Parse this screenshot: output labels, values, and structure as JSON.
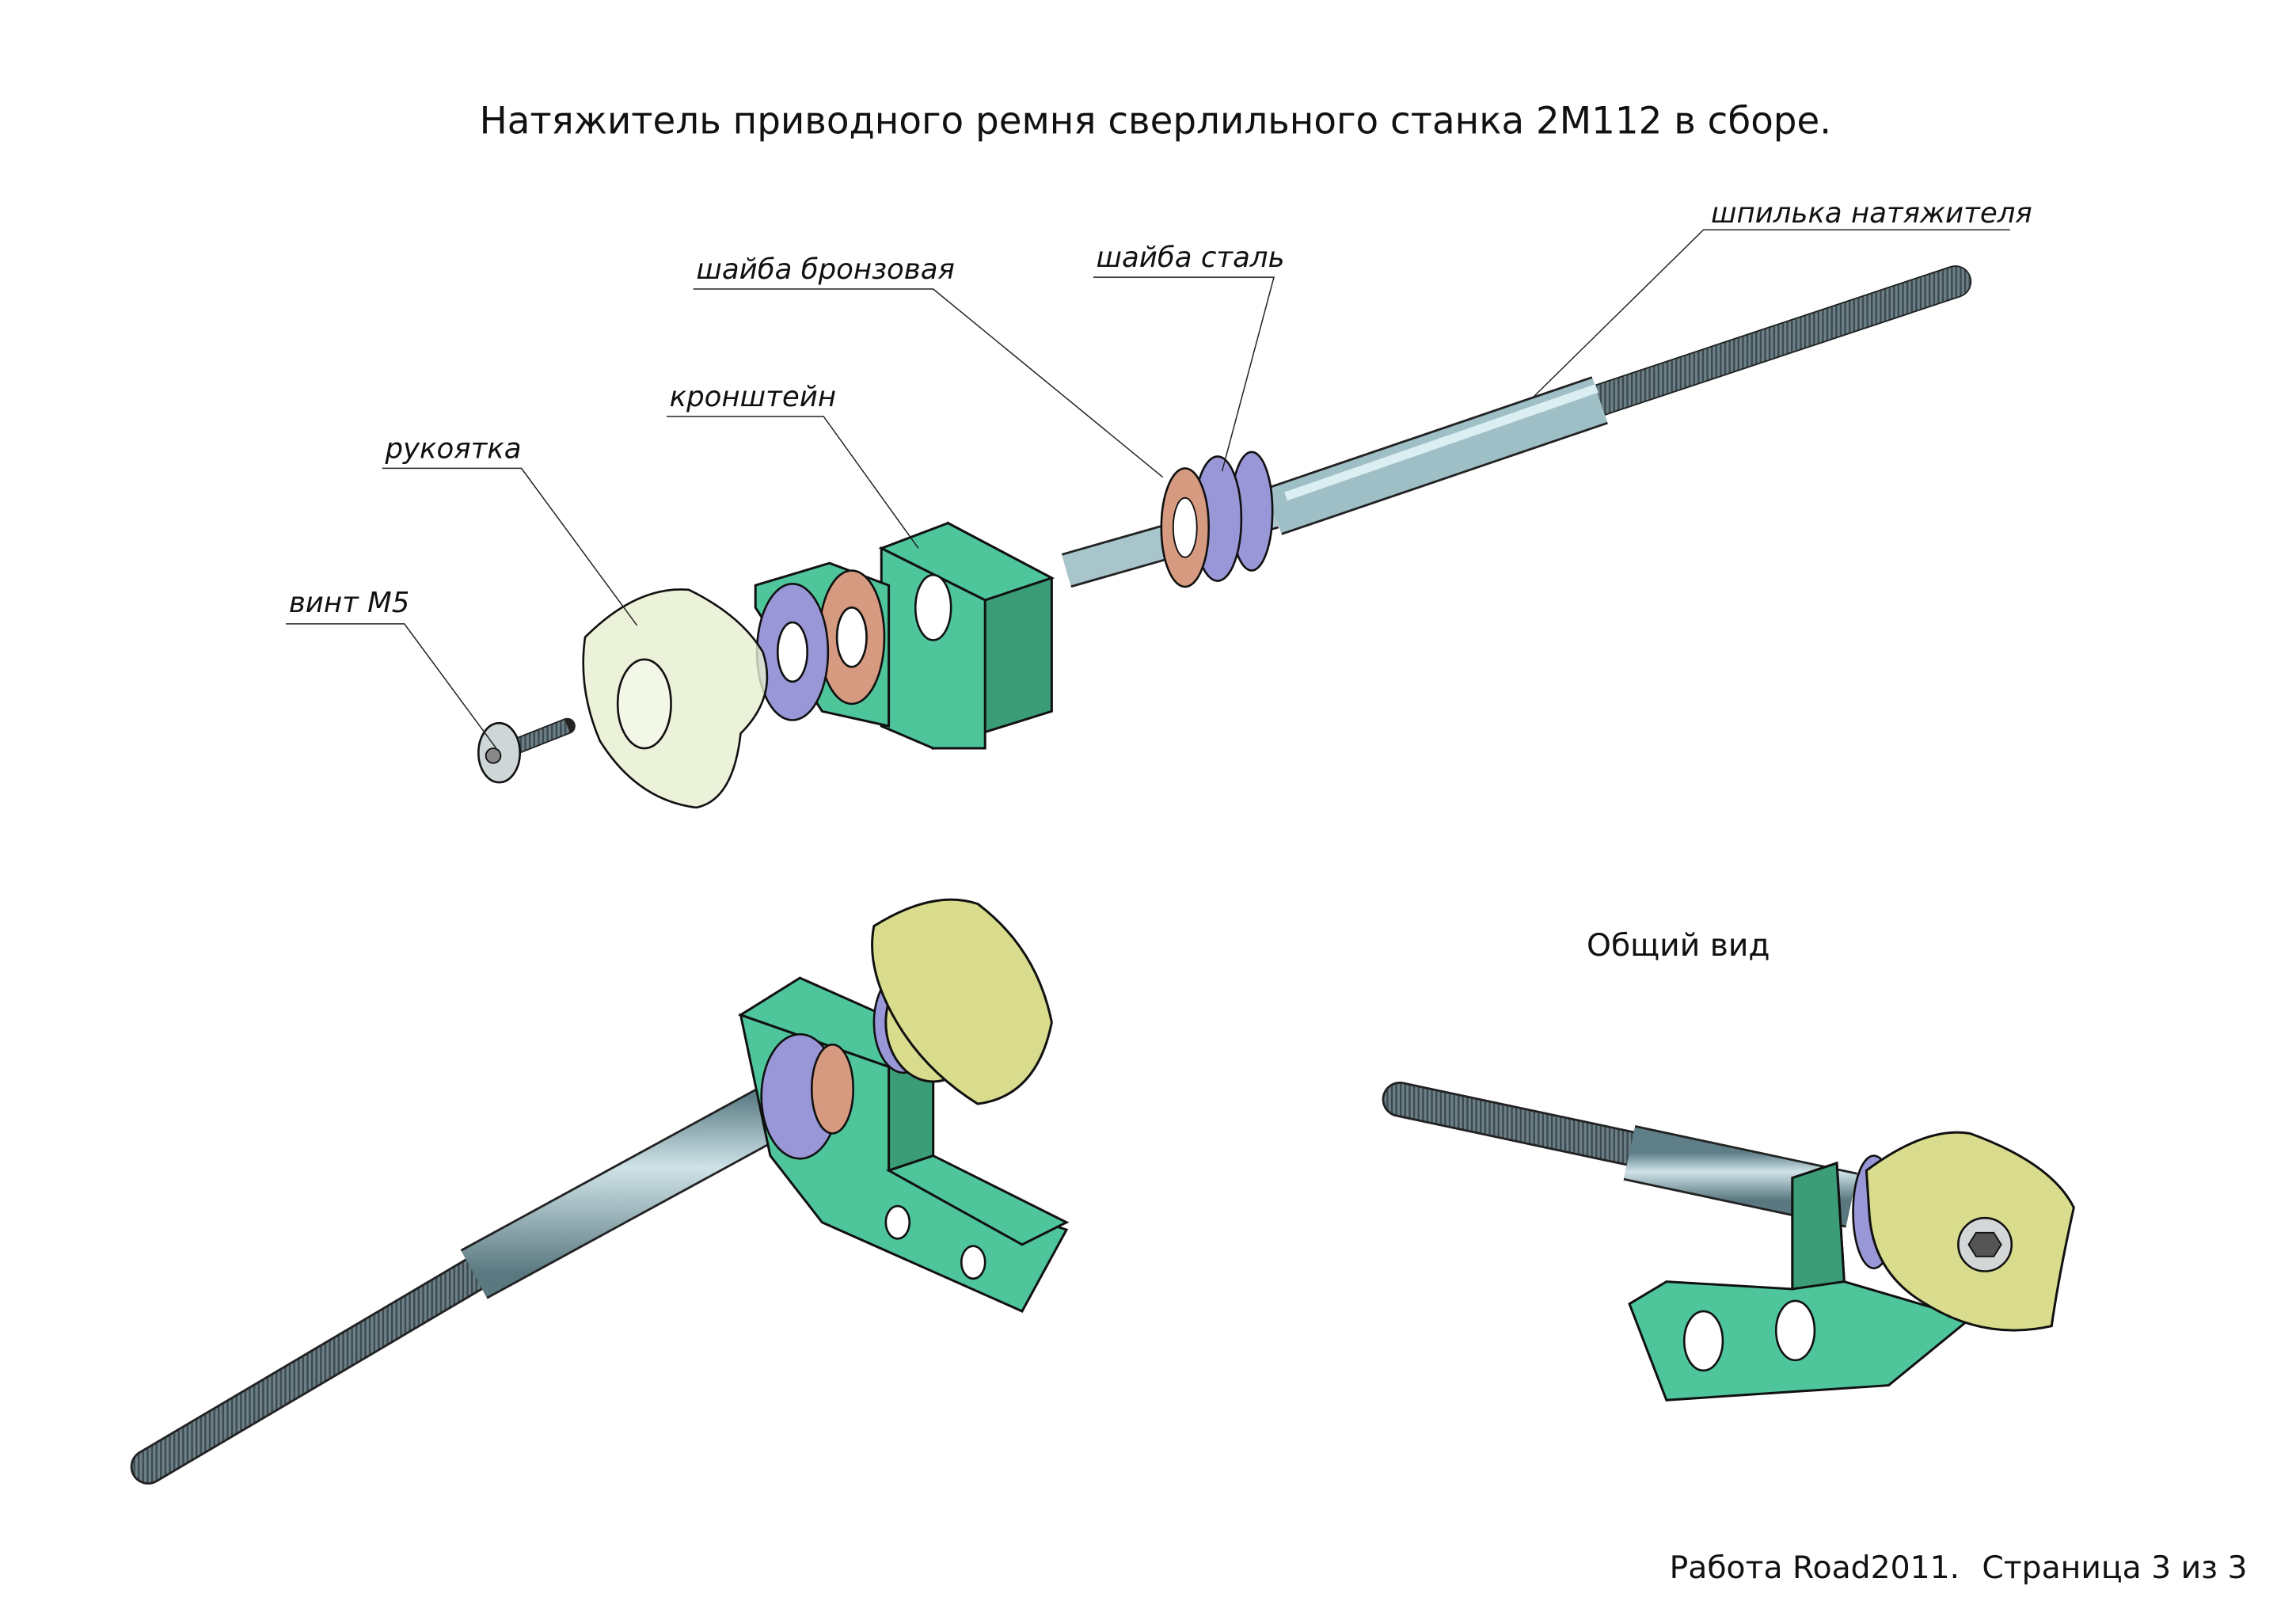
{
  "title": "Натяжитель приводного ремня сверлильного станка 2M112 в сборе.",
  "labels": {
    "stud": "шпилька натяжителя",
    "steel_washer": "шайба сталь",
    "bronze_washer": "шайба бронзовая",
    "bracket": "кронштейн",
    "handle": "рукоятка",
    "screw": "винт М5"
  },
  "general_view_label": "Общий вид",
  "footer": {
    "author": "Работа Road2011.",
    "page": "Страница 3 из 3"
  },
  "colors": {
    "bracket": "#4fc59b",
    "steel_washer": "#9a97d8",
    "bronze_washer": "#d69a80",
    "handle": "#d8dc8c",
    "rod": "#8fb3bd"
  }
}
